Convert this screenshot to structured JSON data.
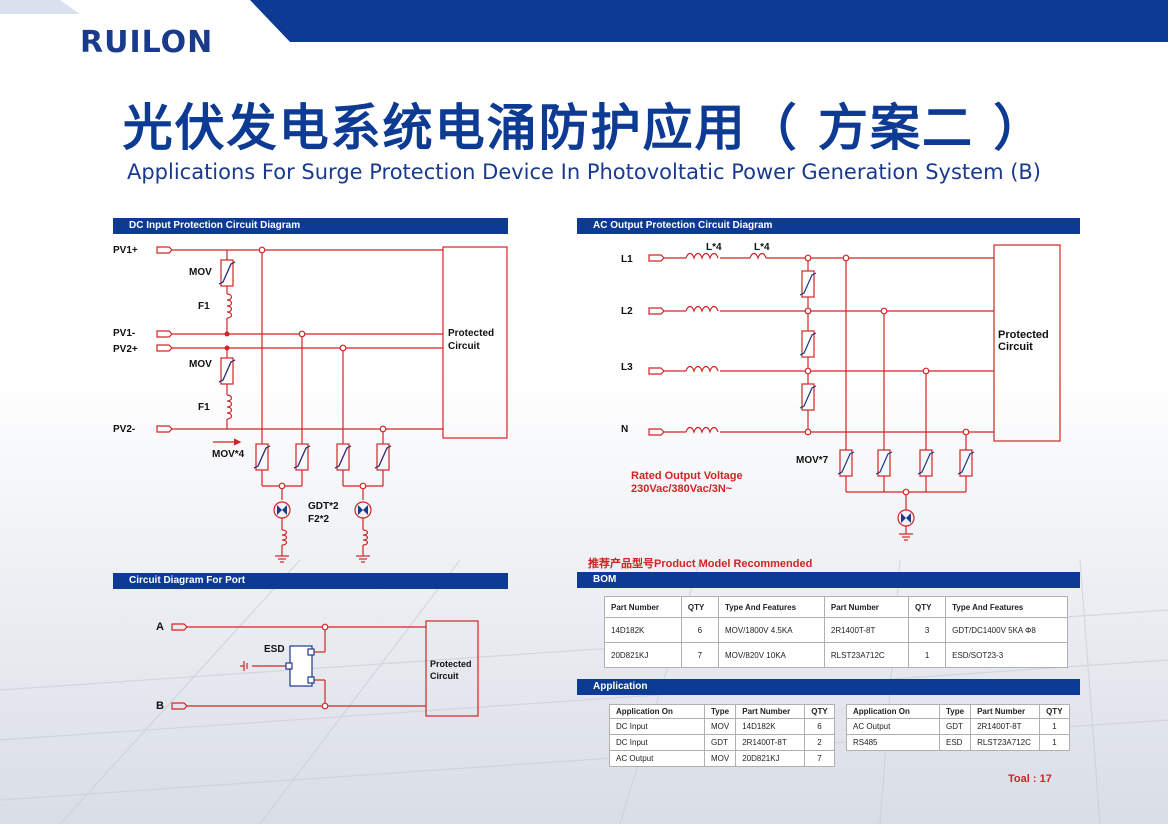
{
  "brand": {
    "logo": "RUILON"
  },
  "title": {
    "cn": "光伏发电系统电涌防护应用（ 方案二 ）",
    "en": "Applications For Surge Protection Device In Photovoltatic Power Generation System (B)"
  },
  "sections": {
    "dc": "DC Input Protection Circuit Diagram",
    "ac": "AC Output Protection Circuit Diagram",
    "port": "Circuit Diagram For Port",
    "bom": "BOM",
    "app": "Application"
  },
  "dc": {
    "pv1p": "PV1+",
    "pv1m": "PV1-",
    "pv2p": "PV2+",
    "pv2m": "PV2-",
    "mov_a": "MOV",
    "f1_a": "F1",
    "mov_b": "MOV",
    "f1_b": "F1",
    "mov4": "MOV*4",
    "gdt": "GDT*2",
    "f2": "F2*2",
    "protected": "Protected",
    "circuit": "Circuit"
  },
  "ac": {
    "l1": "L1",
    "l2": "L2",
    "l3": "L3",
    "n": "N",
    "l4a": "L*4",
    "l4b": "L*4",
    "mov7": "MOV*7",
    "protected": "Protected",
    "circuit": "Circuit",
    "rated1": "Rated Output Voltage",
    "rated2": "230Vac/380Vac/3N~"
  },
  "port": {
    "a": "A",
    "b": "B",
    "esd": "ESD",
    "protected": "Protected",
    "circuit": "Circuit"
  },
  "recommend": "推荐产品型号Product Model Recommended",
  "bom": {
    "headers": [
      "Part Number",
      "QTY",
      "Type And Features",
      "Part Number",
      "QTY",
      "Type And Features"
    ],
    "rows": [
      [
        "14D182K",
        "6",
        "MOV/1800V 4.5KA",
        "2R1400T-8T",
        "3",
        "GDT/DC1400V 5KA Φ8"
      ],
      [
        "20D821KJ",
        "7",
        "MOV/820V 10KA",
        "RLST23A712C",
        "1",
        "ESD/SOT23-3"
      ]
    ]
  },
  "app": {
    "left_headers": [
      "Application On",
      "Type",
      "Part Number",
      "QTY"
    ],
    "left_rows": [
      [
        "DC Input",
        "MOV",
        "14D182K",
        "6"
      ],
      [
        "DC Input",
        "GDT",
        "2R1400T-8T",
        "2"
      ],
      [
        "AC Output",
        "MOV",
        "20D821KJ",
        "7"
      ]
    ],
    "right_headers": [
      "Application On",
      "Type",
      "Part Number",
      "QTY"
    ],
    "right_rows": [
      [
        "AC Output",
        "GDT",
        "2R1400T-8T",
        "1"
      ],
      [
        "RS485",
        "ESD",
        "RLST23A712C",
        "1"
      ]
    ]
  },
  "total": "Toal : 17",
  "colors": {
    "brand_blue": "#0d3a92",
    "circuit_red": "#d22424"
  }
}
